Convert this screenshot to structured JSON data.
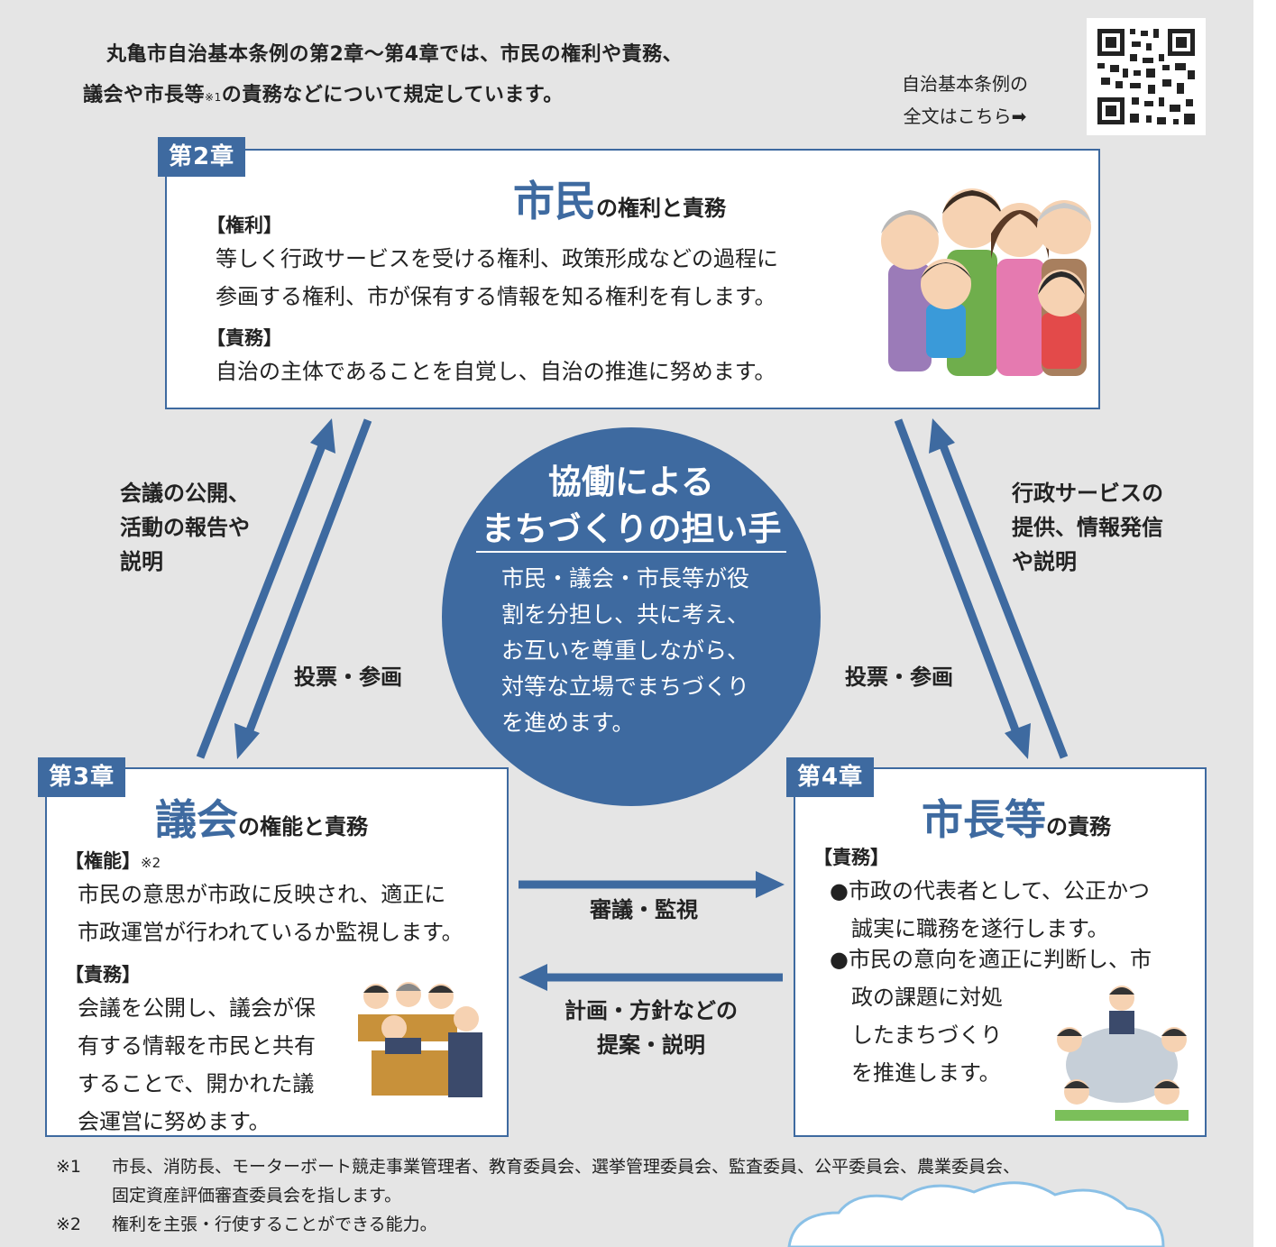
{
  "intro": {
    "line1": "丸亀市自治基本条例の第2章～第4章では、市民の権利や責務、",
    "line2_pre": "議会や市長等",
    "line2_note": "※1",
    "line2_post": "の責務などについて規定しています。"
  },
  "qr": {
    "caption_line1": "自治基本条例の",
    "caption_line2": "全文はこちら➡"
  },
  "chapter2": {
    "tag": "第2章",
    "title_big": "市民",
    "title_small": "の権利と責務",
    "rights_heading": "【権利】",
    "rights_text": "等しく行政サービスを受ける権利、政策形成などの過程に\n参画する権利、市が保有する情報を知る権利を有します。",
    "duties_heading": "【責務】",
    "duties_text": "自治の主体であることを自覚し、自治の推進に努めます。"
  },
  "chapter3": {
    "tag": "第3章",
    "title_big": "議会",
    "title_small": "の権能と責務",
    "powers_heading": "【権能】",
    "powers_note": "※2",
    "powers_text": "市民の意思が市政に反映され、適正に\n市政運営が行われているか監視します。",
    "duties_heading": "【責務】",
    "duties_text": "会議を公開し、議会が保\n有する情報を市民と共有\nすることで、開かれた議\n会運営に努めます。"
  },
  "chapter4": {
    "tag": "第4章",
    "title_big": "市長等",
    "title_small": "の責務",
    "duties_heading": "【責務】",
    "bullet1": "●市政の代表者として、公正かつ\n　誠実に職務を遂行します。",
    "bullet2": "●市民の意向を適正に判断し、市\n　政の課題に対処\n　したまちづくり\n　を推進します。"
  },
  "center": {
    "title_line1": "協働による",
    "title_line2": "まちづくりの担い手",
    "body": "市民・議会・市長等が役\n割を分担し、共に考え、\nお互いを尊重しながら、\n対等な立場でまちづくり\nを進めます。"
  },
  "arrows": {
    "council_to_citizen": "会議の公開、\n活動の報告や\n説明",
    "citizen_to_council": "投票・参画",
    "mayor_to_citizen": "行政サービスの\n提供、情報発信\nや説明",
    "citizen_to_mayor": "投票・参画",
    "council_to_mayor": "審議・監視",
    "mayor_to_council": "計画・方針などの\n提案・説明"
  },
  "notes": [
    {
      "mark": "※1",
      "text": "市長、消防長、モーターボート競走事業管理者、教育委員会、選挙管理委員会、監査委員、公平委員会、農業委員会、",
      "cont": "固定資産評価審査委員会を指します。"
    },
    {
      "mark": "※2",
      "text": "権利を主張・行使することができる能力。",
      "cont": ""
    }
  ],
  "colors": {
    "accent": "#3e6aa0",
    "background": "#e5e5e5"
  }
}
